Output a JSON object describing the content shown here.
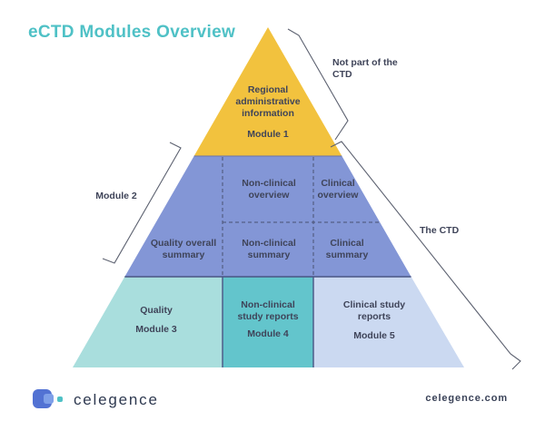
{
  "title": "eCTD Modules Overview",
  "pyramid": {
    "module1": {
      "name": "Regional\nadministrative\ninformation",
      "tag": "Module 1"
    },
    "module2": {
      "quality_overall_summary": "Quality overall\nsummary",
      "nonclinical_overview": "Non-clinical\noverview",
      "clinical_overview": "Clinical\noverview",
      "nonclinical_summary": "Non-clinical\nsummary",
      "clinical_summary": "Clinical\nsummary"
    },
    "module3": {
      "name": "Quality",
      "tag": "Module 3"
    },
    "module4": {
      "name": "Non-clinical\nstudy reports",
      "tag": "Module 4"
    },
    "module5": {
      "name": "Clinical study\nreports",
      "tag": "Module 5"
    }
  },
  "annotations": {
    "not_part_of_ctd": "Not part of the\nCTD",
    "module2_bracket": "Module 2",
    "the_ctd": "The CTD"
  },
  "footer": {
    "brand": "celegence",
    "website": "celegence.com"
  },
  "colors": {
    "title_accent": "#4fc1c6",
    "module1": "#f2c23e",
    "module2": "#8396d6",
    "module3": "#a9dedd",
    "module4": "#63c5cc",
    "module5": "#cbd9f1",
    "line_dark": "#4a5584",
    "text_dark": "#3f4459"
  }
}
